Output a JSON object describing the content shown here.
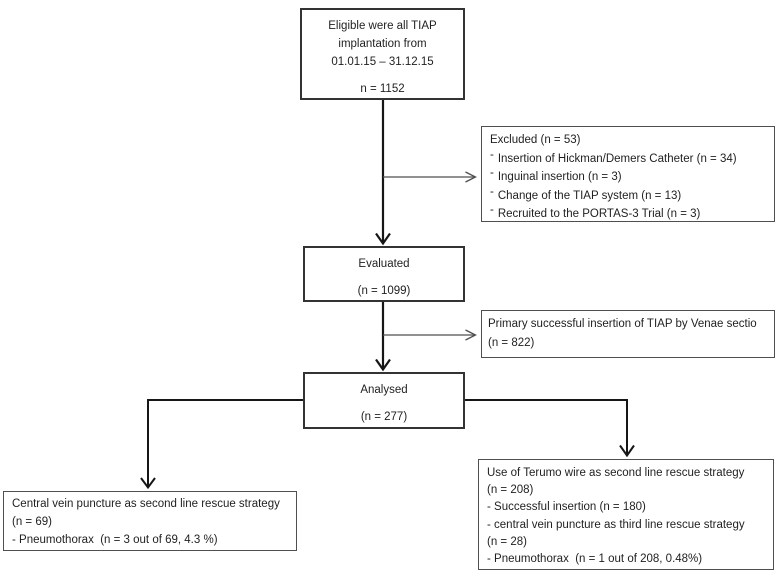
{
  "diagram_title": "TIAP implantation flow diagram",
  "colors": {
    "bg": "#ffffff",
    "text": "#1f1f1f",
    "border-main": "#333333",
    "border-side": "#4f4f4f",
    "line-color": "#161616",
    "branch-color": "#4f4f4f"
  },
  "boxes": {
    "eligible": {
      "line1": "Eligible were all TIAP",
      "line2": "implantation from",
      "line3": "01.01.15 – 31.12.15",
      "n": "n = 1152"
    },
    "excluded": {
      "title": "Excluded (n = 53)",
      "bullet": "-",
      "items": [
        "Insertion of Hickman/Demers Catheter (n = 34)",
        "Inguinal insertion (n = 3)",
        "Change of the TIAP system (n = 13)",
        "Recruited to the PORTAS-3 Trial (n = 3)"
      ]
    },
    "evaluated": {
      "title": "Evaluated",
      "n": "(n = 1099)"
    },
    "venae_sectio": {
      "line1": "Primary successful insertion of TIAP by Venae sectio",
      "line2": "(n = 822)"
    },
    "analysed": {
      "title": "Analysed",
      "n": "(n = 277)"
    },
    "central_vein": {
      "lines": [
        "Central vein puncture as second line rescue strategy",
        "(n = 69)",
        "- Pneumothorax  (n = 3 out of 69, 4.3 %)"
      ]
    },
    "terumo": {
      "lines": [
        "Use of Terumo wire as second line rescue strategy",
        "(n = 208)",
        "- Successful insertion (n = 180)",
        "- central vein puncture as third line rescue strategy",
        "(n = 28)",
        "- Pneumothorax  (n = 1 out of 208, 0.48%)"
      ]
    }
  }
}
